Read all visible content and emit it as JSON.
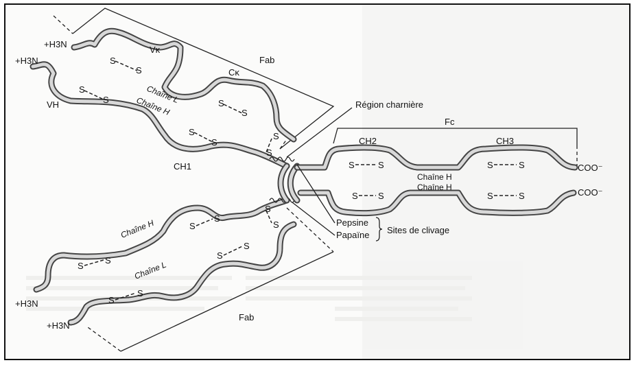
{
  "labels": {
    "vk": "Vκ",
    "vh": "VH",
    "ck": "Cκ",
    "ch1": "CH1",
    "ch2": "CH2",
    "ch3": "CH3",
    "fab_top": "Fab",
    "fab_bottom": "Fab",
    "fc": "Fc",
    "hinge": "Région charnière",
    "chain_l_top": "Chaîne L",
    "chain_h_top": "Chaîne H",
    "chain_h_bottom": "Chaîne H",
    "chain_l_bottom": "Chaîne L",
    "chain_h_fc_upper": "Chaîne H",
    "chain_h_fc_lower": "Chaîne H",
    "pepsine": "Pepsine",
    "papaine": "Papaïne",
    "cleavage_sites": "Sites de clivage",
    "nterm": "+H3N",
    "cterm": "COO⁻",
    "disulfide": "S"
  },
  "colors": {
    "chain_outline": "#444444",
    "chain_fill": "#d8d8d8",
    "ink": "#111111"
  }
}
